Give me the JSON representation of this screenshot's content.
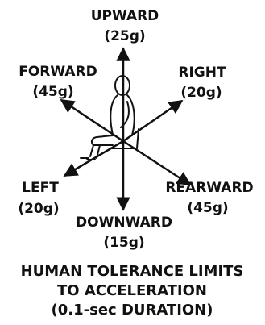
{
  "directions": {
    "upward": {
      "name": "UPWARD",
      "tolerance": "(25g)"
    },
    "downward": {
      "name": "DOWNWARD",
      "tolerance": "(15g)"
    },
    "forward": {
      "name": "FORWARD",
      "tolerance": "(45g)"
    },
    "rearward": {
      "name": "REARWARD",
      "tolerance": "(45g)"
    },
    "right": {
      "name": "RIGHT",
      "tolerance": "(20g)"
    },
    "left": {
      "name": "LEFT",
      "tolerance": "(20g)"
    }
  },
  "caption": {
    "line1": "HUMAN TOLERANCE LIMITS",
    "line2": "TO ACCELERATION",
    "line3": "(0.1-sec DURATION)"
  },
  "colors": {
    "ink": "#111111",
    "background": "#ffffff"
  }
}
